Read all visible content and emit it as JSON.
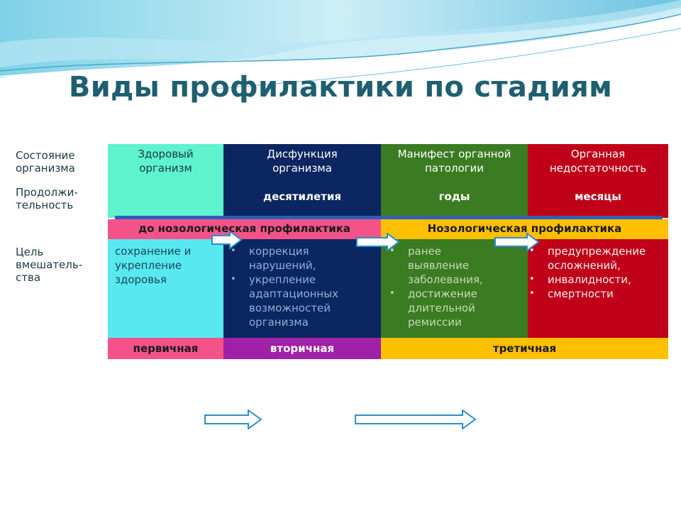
{
  "title": "Виды профилактики по стадиям",
  "row_labels": {
    "state": [
      "Состояние",
      "организма"
    ],
    "duration": [
      "Продолжи-",
      "тельность"
    ],
    "intervention": [
      "Цель",
      "вмешатель-",
      "ства"
    ]
  },
  "stages": [
    {
      "header": [
        "Здоровый",
        "организм"
      ],
      "duration": "",
      "color": "#5ef3cd"
    },
    {
      "header": [
        "Дисфункция",
        "организма"
      ],
      "duration": "десятилетия",
      "color": "#0b2661"
    },
    {
      "header": [
        "Манифест органной",
        "патологии"
      ],
      "duration": "годы",
      "color": "#3b7b22"
    },
    {
      "header": [
        "Органная",
        "недостаточность"
      ],
      "duration": "месяцы",
      "color": "#c00018"
    }
  ],
  "prevention_bar": {
    "pre": "до нозологическая профилактика",
    "noso": "Нозологическая профилактика"
  },
  "goals": {
    "healthy": [
      "сохранение и",
      "укрепление",
      "здоровья"
    ],
    "dysfunction": [
      [
        "коррекция",
        "нарушений,"
      ],
      [
        "укрепление",
        "адаптационных",
        "возможностей",
        "организма"
      ]
    ],
    "manifest": [
      [
        "ранее",
        "выявление",
        "заболевания,"
      ],
      [
        "достижение",
        "длительной",
        "ремиссии"
      ]
    ],
    "failure": [
      [
        "предупреждение",
        "осложнений,"
      ],
      [
        " инвалидности,"
      ],
      [
        "смертности"
      ]
    ]
  },
  "prevention_types": {
    "primary": "первичная",
    "secondary": "вторичная",
    "tertiary": "третичная"
  },
  "colors": {
    "title": "#1f5f6f",
    "pink": "#f4538a",
    "cyan": "#58e8f0",
    "purple": "#a020a8",
    "yellow": "#ffc000",
    "blue_line": "#2e5fb4",
    "arrow_stroke": "#2a8fd0"
  }
}
